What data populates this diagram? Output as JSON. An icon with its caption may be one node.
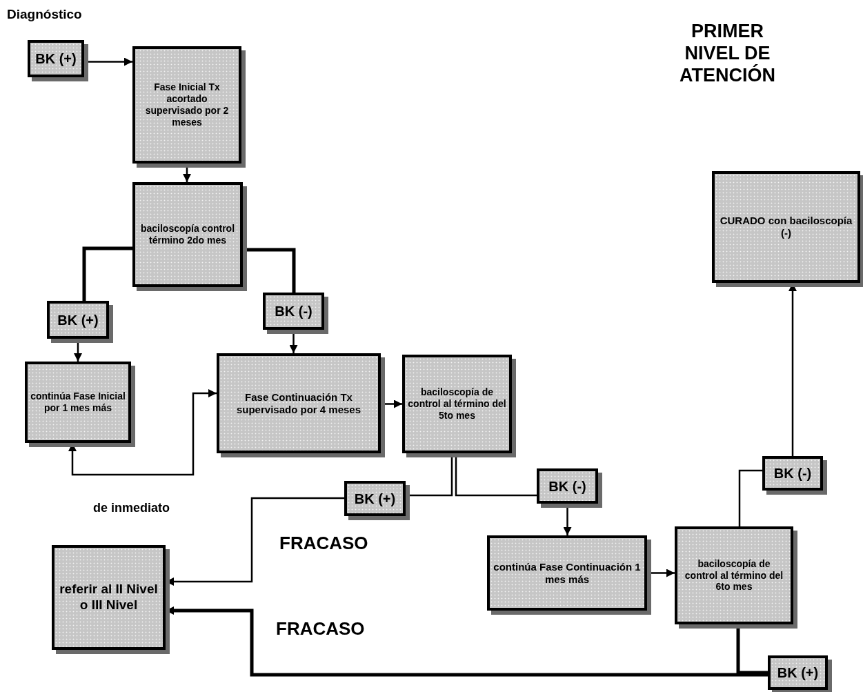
{
  "diagram": {
    "title": "PRIMER NIVEL DE ATENCIÓN",
    "nodes": [
      {
        "text": [
          "BK (+)"
        ]
      },
      {
        "text": [
          "Fase Inicial Tx acortado supervisado por 2 meses"
        ]
      },
      {
        "text": [
          "baciloscopía control término 2do mes"
        ]
      },
      {
        "text": [
          "BK (+)"
        ]
      },
      {
        "text": [
          "BK (-)"
        ]
      },
      {
        "text": [
          "continúa Fase Inicial por 1 mes más"
        ]
      },
      {
        "text": [
          "Fase Continuación Tx supervisado por 4 meses"
        ]
      },
      {
        "text": [
          "baciloscopía de control al término del 5to mes"
        ]
      },
      {
        "text": [
          "BK (+)"
        ]
      },
      {
        "text": [
          "BK (-)"
        ]
      },
      {
        "text": [
          "referir al II Nivel o III Nivel"
        ]
      },
      {
        "text": [
          "continúa Fase Continuación 1 mes más"
        ]
      },
      {
        "text": [
          "baciloscopía de control al término del 6to mes"
        ]
      },
      {
        "text": [
          "BK (-)"
        ]
      },
      {
        "text": [
          "CURADO con baciloscopía (-)"
        ]
      },
      {
        "text": [
          "BK (+)"
        ]
      }
    ],
    "edges": [
      {
        "from": 0,
        "to": 1,
        "arrow": "to"
      },
      {
        "from": 1,
        "to": 2,
        "arrow": "to"
      },
      {
        "from": 2,
        "to": 3,
        "arrow": "none",
        "style": "thick"
      },
      {
        "from": 2,
        "to": 4,
        "arrow": "none",
        "style": "thick"
      },
      {
        "from": 3,
        "to": 5,
        "arrow": "to"
      },
      {
        "from": 4,
        "to": 6,
        "arrow": "to"
      },
      {
        "from": 5,
        "to": 6,
        "arrow": "both"
      },
      {
        "from": 6,
        "to": 7,
        "arrow": "to"
      },
      {
        "from": 7,
        "to": 8,
        "arrow": "none"
      },
      {
        "from": 7,
        "to": 9,
        "arrow": "none"
      },
      {
        "from": 8,
        "to": 10,
        "arrow": "to"
      },
      {
        "from": 9,
        "to": 11,
        "arrow": "to"
      },
      {
        "from": 11,
        "to": 12,
        "arrow": "to"
      },
      {
        "from": 12,
        "to": 13,
        "arrow": "none"
      },
      {
        "from": 13,
        "to": 14,
        "arrow": "to"
      },
      {
        "from": 12,
        "to": 15,
        "arrow": "none",
        "style": "thick"
      },
      {
        "from": 15,
        "to": 10,
        "arrow": "to",
        "style": "thick"
      }
    ],
    "labels": [
      "Diagnóstico",
      "de inmediato",
      "FRACASO",
      "FRACASO"
    ]
  }
}
